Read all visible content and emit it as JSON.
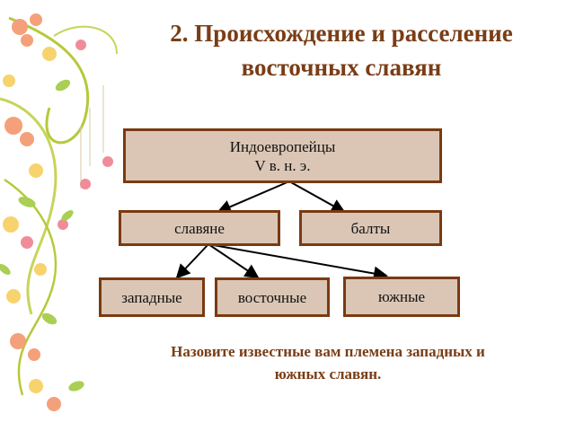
{
  "title": {
    "line1": "2. Происхождение и расселение",
    "line2": "восточных славян"
  },
  "diagram": {
    "root": {
      "line1": "Индоевропейцы",
      "line2": "V в. н. э."
    },
    "level2": [
      "славяне",
      "балты"
    ],
    "level3": [
      "западные",
      "восточные",
      "южные"
    ]
  },
  "question": {
    "line1": "Назовите известные вам племена западных и",
    "line2": "южных славян."
  },
  "colors": {
    "title": "#7a3d16",
    "box_fill": "#dbc6b5",
    "box_border": "#7a3a12",
    "arrow": "#000000"
  }
}
